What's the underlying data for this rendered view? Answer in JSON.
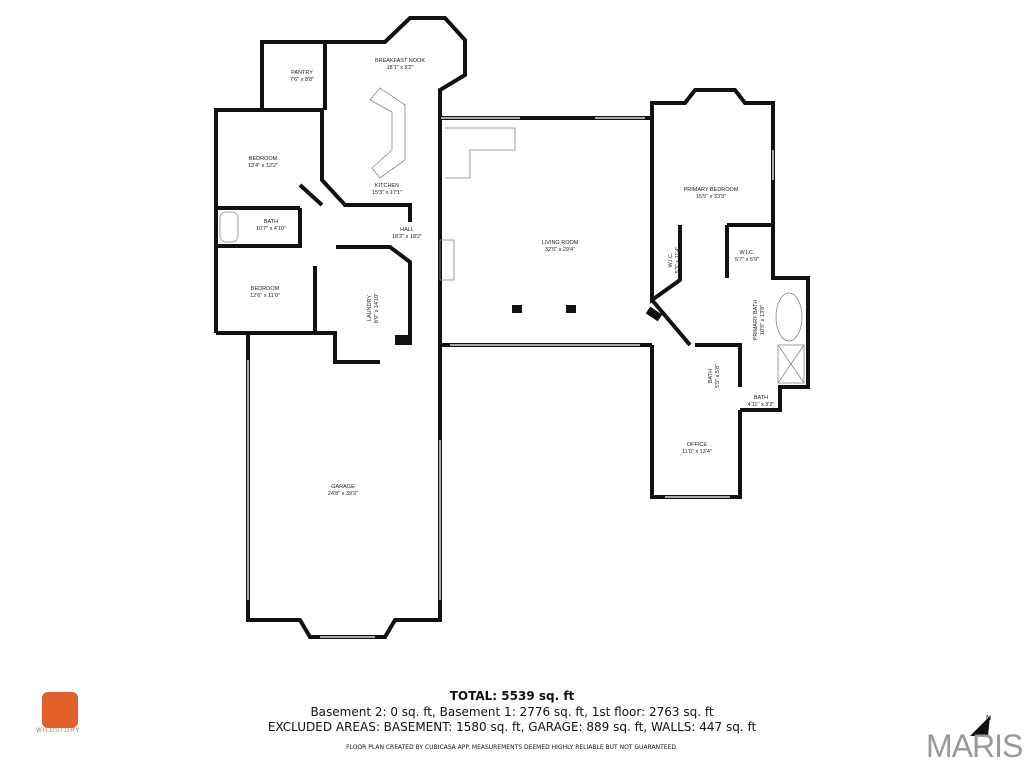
{
  "rooms": {
    "pantry": {
      "name": "PANTRY",
      "size": "7'6\" x 8'8\""
    },
    "breakfast_nook": {
      "name": "BREAKFAST NOOK",
      "size": "18'1\" x 9'2\""
    },
    "bedroom1": {
      "name": "BEDROOM",
      "size": "13'4\" x 12'2\""
    },
    "kitchen": {
      "name": "KITCHEN",
      "size": "15'3\" x 17'1\""
    },
    "bath1": {
      "name": "BATH",
      "size": "10'7\" x 4'10\""
    },
    "hall": {
      "name": "HALL",
      "size": "18'2\" x 18'2\""
    },
    "bedroom2": {
      "name": "BEDROOM",
      "size": "12'6\" x 11'0\""
    },
    "laundry": {
      "name": "LAUNDRY",
      "size": "8'9\" x 14'10\""
    },
    "living_room": {
      "name": "LIVING ROOM",
      "size": "32'5\" x 29'4\""
    },
    "garage": {
      "name": "GARAGE",
      "size": "24'8\" x 39'3\""
    },
    "primary_bedroom": {
      "name": "PRIMARY BEDROOM",
      "size": "15'5\" x 33'3\""
    },
    "wic1": {
      "name": "W.I.C.",
      "size": "5'3\" x 11'4\""
    },
    "wic2": {
      "name": "W.I.C.",
      "size": "5'7\" x 6'9\""
    },
    "primary_bath": {
      "name": "PRIMARY BATH",
      "size": "10'9\" x 13'8\""
    },
    "bath2": {
      "name": "BATH",
      "size": "5'5\" x 5'8\""
    },
    "bath3": {
      "name": "BATH",
      "size": "4'11\" x 3'2\""
    },
    "office": {
      "name": "OFFICE",
      "size": "11'0\" x 13'4\""
    }
  },
  "footer": {
    "total": "TOTAL: 5539 sq. ft",
    "areas": "Basement 2: 0 sq. ft, Basement 1: 2776 sq. ft, 1st floor: 2763 sq. ft",
    "excluded": "EXCLUDED AREAS: BASEMENT: 1580 sq. ft, GARAGE: 889 sq. ft, WALLS: 447 sq. ft",
    "disclaimer": "FLOOR PLAN CREATED BY CUBICASA APP. MEASUREMENTS DEEMED HIGHLY RELIABLE BUT NOT GUARANTEED."
  },
  "logo": {
    "text": "WILDSTORY",
    "color": "#e1602a"
  },
  "brand": {
    "text": "MARIS"
  },
  "compass": {
    "label": "N",
    "icon": "north-arrow-icon"
  }
}
